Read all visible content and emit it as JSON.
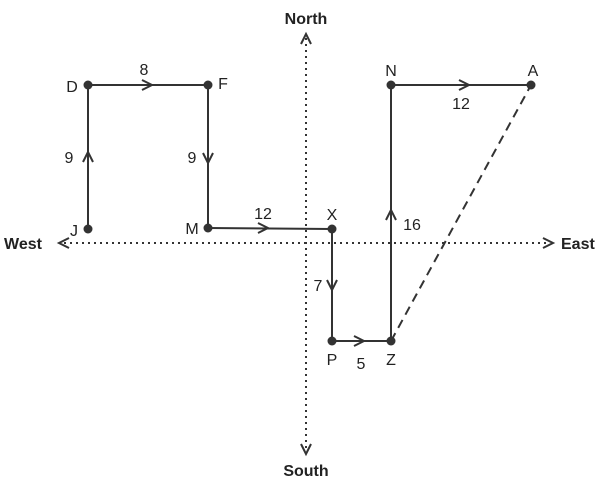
{
  "compass": {
    "north": "North",
    "south": "South",
    "east": "East",
    "west": "West"
  },
  "points": {
    "J": "J",
    "D": "D",
    "F": "F",
    "M": "M",
    "X": "X",
    "P": "P",
    "Z": "Z",
    "N": "N",
    "A": "A"
  },
  "distances": {
    "J_D": "9",
    "D_F": "8",
    "F_M": "9",
    "M_X": "12",
    "X_P": "7",
    "P_Z": "5",
    "Z_N": "16",
    "N_A": "12"
  }
}
